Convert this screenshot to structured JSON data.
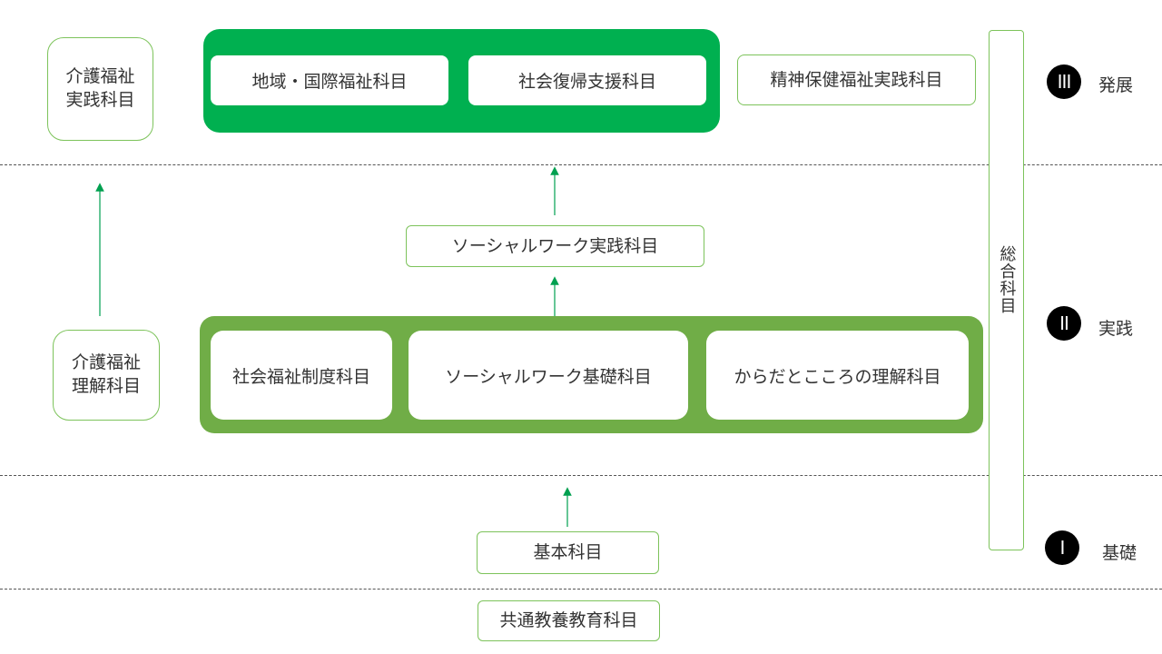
{
  "colors": {
    "dark_green": "#00b050",
    "light_green": "#70ad47",
    "outline_green": "#7dc35b",
    "arrow_green": "#00a050"
  },
  "side_nursing": {
    "practice": "介護福祉\n実践科目",
    "understanding": "介護福祉\n理解科目"
  },
  "level3_group": {
    "items": [
      "地域・国際福祉科目",
      "社会復帰支援科目"
    ]
  },
  "mental_health": "精神保健福祉実践科目",
  "sw_practice": "ソーシャルワーク実践科目",
  "level2_group": {
    "items": [
      "社会福祉制度科目",
      "ソーシャルワーク基礎科目",
      "からだとこころの理解科目"
    ]
  },
  "basic": "基本科目",
  "general_education": "共通教養教育科目",
  "comprehensive": "総合科目",
  "levels": [
    {
      "numeral": "III",
      "label": "発展"
    },
    {
      "numeral": "II",
      "label": "実践"
    },
    {
      "numeral": "I",
      "label": "基礎"
    }
  ]
}
